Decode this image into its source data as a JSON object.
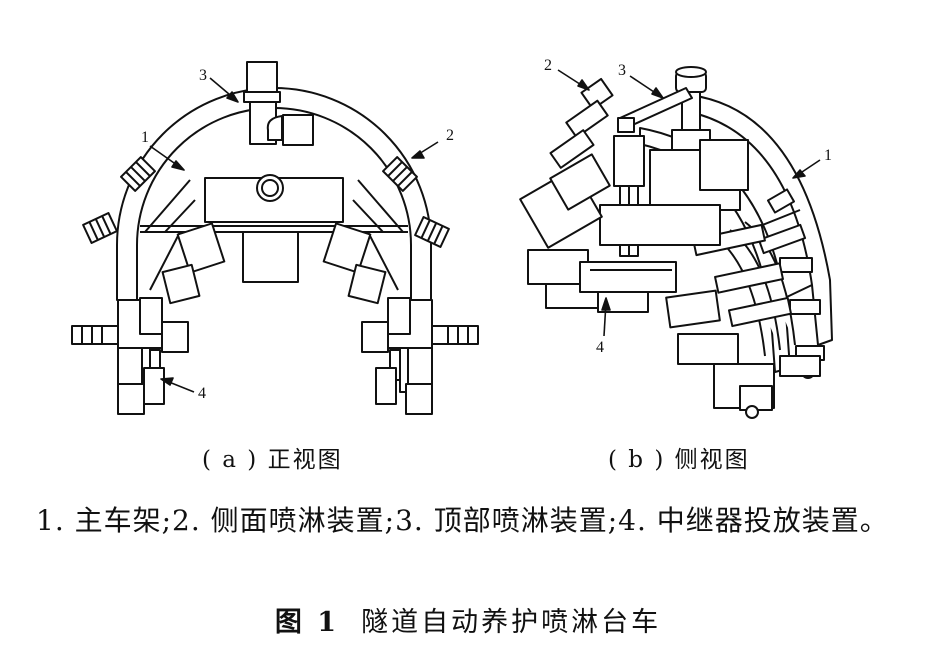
{
  "figure": {
    "callouts_a": [
      "1",
      "2",
      "3",
      "4"
    ],
    "callouts_b": [
      "1",
      "2",
      "3",
      "4"
    ],
    "subcaption_a": "( a ) 正视图",
    "subcaption_b": "( b ) 侧视图",
    "legend": "1. 主车架;2. 侧面喷淋装置;3. 顶部喷淋装置;4. 中继器投放装置。",
    "caption_label": "图 1",
    "caption_title": "隧道自动养护喷淋台车"
  }
}
